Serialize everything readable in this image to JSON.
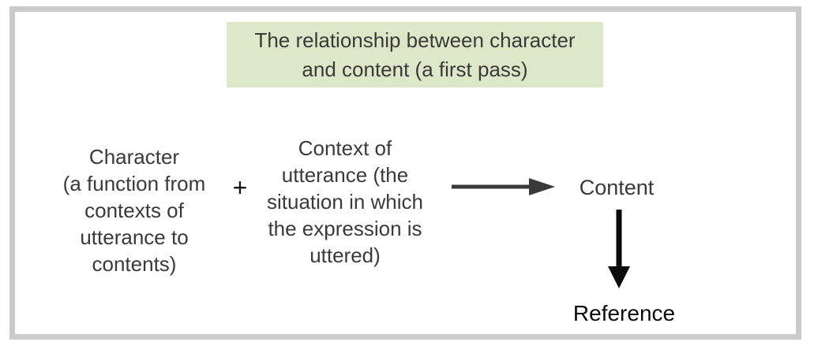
{
  "diagram": {
    "title": {
      "lines": [
        "The relationship between character",
        "and content (a first pass)"
      ],
      "background_color": "#dce8c7"
    },
    "character_block": {
      "lines": [
        "Character",
        "(a function from",
        "contexts of",
        "utterance to",
        "contents)"
      ]
    },
    "plus_sign": "+",
    "context_block": {
      "lines": [
        "Context of",
        "utterance (the",
        "situation in which",
        "the expression is",
        "uttered)"
      ]
    },
    "content_label": "Content",
    "reference_label": "Reference",
    "icons": {
      "right_arrow": "right-arrow-icon",
      "down_arrow": "down-arrow-icon"
    },
    "colors": {
      "frame_border": "#cbcbcb",
      "body_text": "#3a3a3a",
      "reference_text": "#0a0a0a",
      "right_arrow": "#3a3a3a",
      "down_arrow": "#0a0a0a",
      "background": "#ffffff"
    }
  }
}
